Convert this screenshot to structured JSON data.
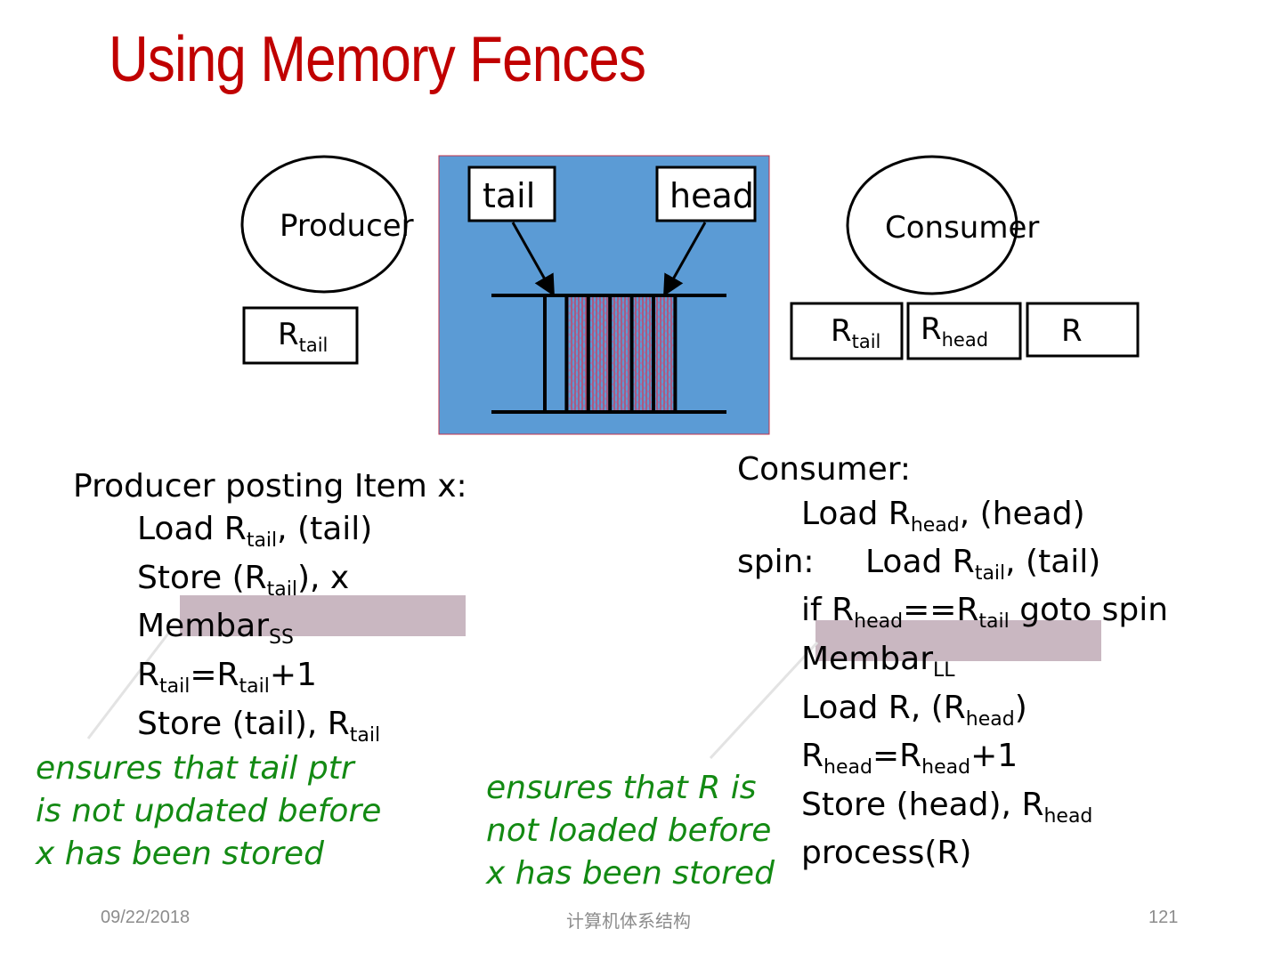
{
  "title": "Using Memory Fences",
  "diagram": {
    "producer_label": "Producer",
    "consumer_label": "Consumer",
    "queue": {
      "tail_label": "tail",
      "head_label": "head",
      "filled_slots": 5,
      "empty_slots": 1,
      "background_color": "#5b9bd5",
      "hatch_color": "#e0293a"
    },
    "producer_registers": [
      {
        "base": "R",
        "sub": "tail"
      }
    ],
    "consumer_registers": [
      {
        "base": "R",
        "sub": "tail"
      },
      {
        "base": "R",
        "sub": "head"
      },
      {
        "base": "R",
        "sub": ""
      }
    ]
  },
  "producer_code": {
    "header": "Producer posting Item x:",
    "lines": [
      {
        "a": "Load R",
        "s": "tail",
        "b": ", (tail)"
      },
      {
        "a": "Store (R",
        "s": "tail",
        "b": "), x"
      },
      {
        "a": "Membar",
        "s": "SS",
        "b": ""
      },
      {
        "a": "R",
        "s": "tail",
        "b": "=R",
        "s2": "tail",
        "c": "+1"
      },
      {
        "a": "Store (tail), R",
        "s": "tail",
        "b": ""
      }
    ],
    "note": [
      "ensures that tail ptr",
      "is not updated before",
      "x has been stored"
    ]
  },
  "consumer_code": {
    "header": "Consumer:",
    "lines": [
      {
        "label": "",
        "a": "Load R",
        "s": "head",
        "b": ", (head)"
      },
      {
        "label": "spin:",
        "a": "Load R",
        "s": "tail",
        "b": ", (tail)"
      },
      {
        "label": "",
        "a": "if R",
        "s": "head",
        "b": "==R",
        "s2": "tail",
        "c": " goto spin"
      },
      {
        "label": "",
        "a": "Membar",
        "s": "LL",
        "b": ""
      },
      {
        "label": "",
        "a": "Load R, (R",
        "s": "head",
        "b": ")"
      },
      {
        "label": "",
        "a": "R",
        "s": "head",
        "b": "=R",
        "s2": "head",
        "c": "+1"
      },
      {
        "label": "",
        "a": "Store (head), R",
        "s": "head",
        "b": ""
      },
      {
        "label": "",
        "a": "process(R)",
        "s": "",
        "b": ""
      }
    ],
    "note": [
      "ensures that R is",
      "not loaded before",
      "x has been stored"
    ]
  },
  "footer": {
    "date": "09/22/2018",
    "course": "计算机体系结构",
    "page": "121"
  },
  "colors": {
    "title": "#c00000",
    "note": "#138a13",
    "highlight": "#c9b7c1",
    "footer": "#8c8c8c"
  }
}
